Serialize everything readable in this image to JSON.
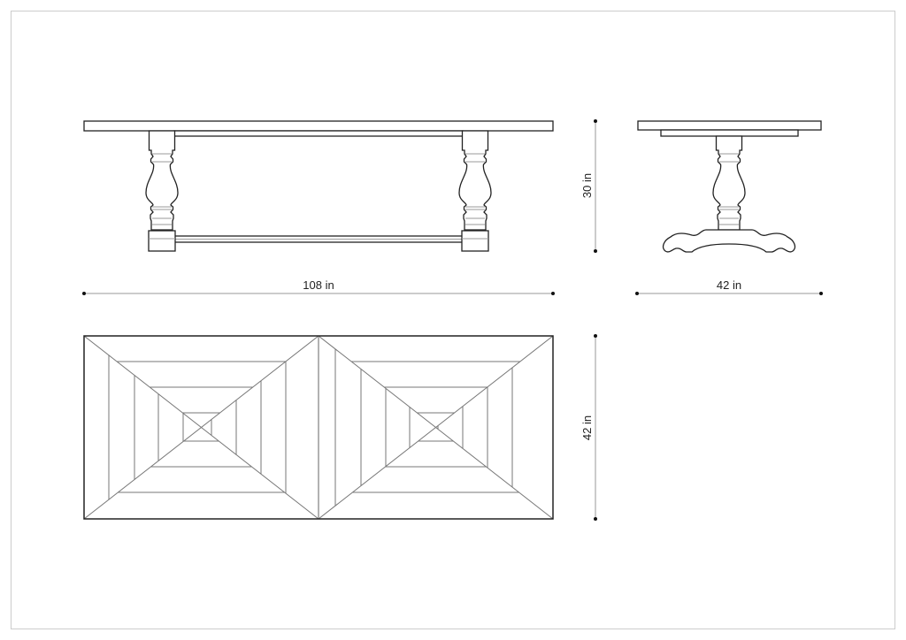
{
  "drawing": {
    "subject": "table",
    "views": [
      "front-elevation",
      "side-elevation",
      "top-plan"
    ],
    "line_color": "#222222"
  },
  "dimensions": {
    "length": "108 in",
    "height": "30 in",
    "width_side": "42 in",
    "width_plan": "42 in"
  }
}
